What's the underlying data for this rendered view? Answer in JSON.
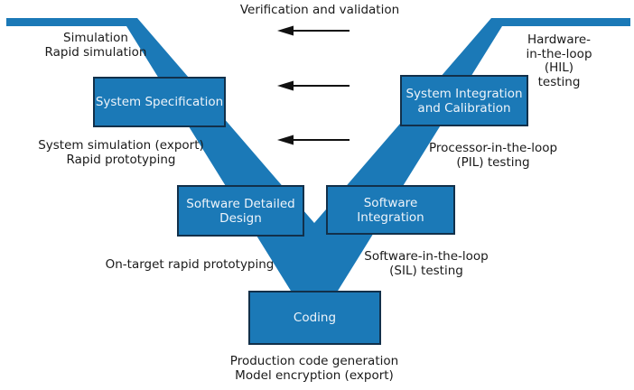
{
  "title": "Verification and validation",
  "colors": {
    "band_blue": "#1b79b7",
    "box_fill": "#1b79b7",
    "box_border": "#12304a",
    "box_text": "#eef4fa",
    "label_text": "#1a1a1a",
    "arrow": "#111111",
    "background": "#ffffff"
  },
  "boxes": {
    "system_specification": {
      "label": "System Specification"
    },
    "system_integration": {
      "label": "System Integration\nand Calibration"
    },
    "software_detailed": {
      "label": "Software Detailed\nDesign"
    },
    "software_integration": {
      "label": "Software\nIntegration"
    },
    "coding": {
      "label": "Coding"
    }
  },
  "labels": {
    "simulation": "Simulation\nRapid simulation",
    "hardware_loop": "Hardware-in-the-loop\n(HIL) testing",
    "system_simulation": "System simulation (export)\nRapid prototyping",
    "processor_loop": "Processor-in-the-loop\n(PIL) testing",
    "on_target": "On-target rapid prototyping",
    "software_loop": "Software-in-the-loop\n(SIL) testing",
    "production": "Production code generation\nModel encryption (export)"
  },
  "arrows": {
    "direction": "left",
    "count": 3
  }
}
